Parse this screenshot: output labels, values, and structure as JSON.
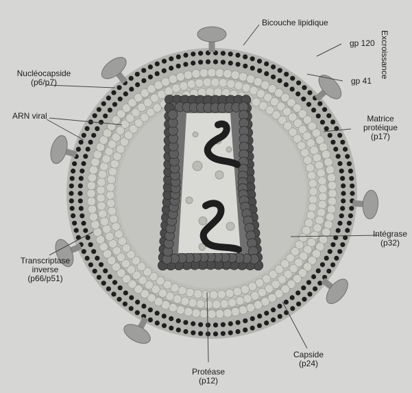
{
  "labels": {
    "bicouche": "Bicouche lipidique",
    "gp120": "gp 120",
    "gp41": "gp 41",
    "excroissance": "Excroissance",
    "nucleocapside": "Nucléocapside",
    "nucleocapside_sub": "(p6/p7)",
    "arn": "ARN viral",
    "matrice_1": "Matrice",
    "matrice_2": "protéique",
    "matrice_3": "(p17)",
    "integrase": "Intégrase",
    "integrase_sub": "(p32)",
    "transcriptase_1": "Transcriptase",
    "transcriptase_2": "inverse",
    "transcriptase_3": "(p66/p51)",
    "capside": "Capside",
    "capside_sub": "(p24)",
    "protease": "Protéase",
    "protease_sub": "(p12)"
  },
  "colors": {
    "background": "#d6d6d4",
    "membrane_dots": "#1e1e1e",
    "matrix": "#a9aaa6",
    "capsid_bead": "#c9c9c4",
    "core_bead": "#4c4c4c",
    "core_inner": "#d9d9d6",
    "rna": "#1e1e1e",
    "spike": "#9e9f9c",
    "leader": "#444444"
  },
  "icons": [
    "glycoprotein-spike-icon",
    "rna-strand-icon"
  ]
}
